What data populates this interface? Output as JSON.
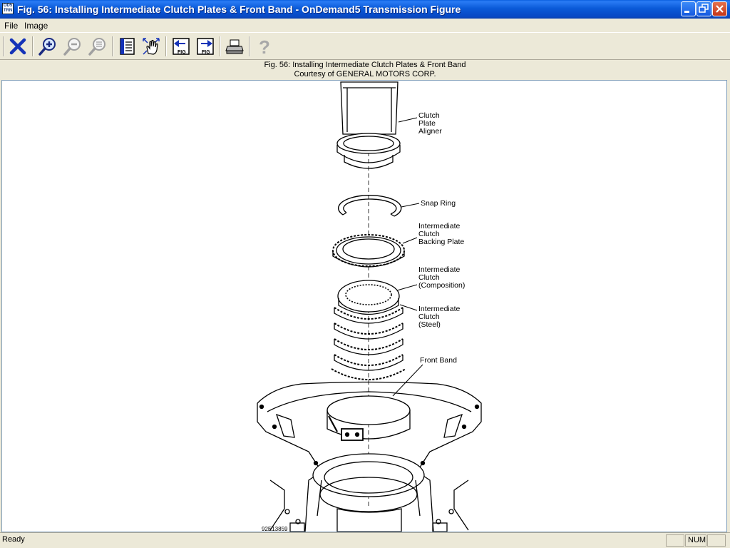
{
  "window": {
    "title": "Fig. 56: Installing Intermediate Clutch Plates & Front Band - OnDemand5 Transmission Figure",
    "icon_text": "OD5 TRN"
  },
  "menu": {
    "items": [
      "File",
      "Image"
    ]
  },
  "toolbar": {
    "buttons": [
      {
        "name": "close-figure",
        "icon": "blue-x-icon"
      },
      {
        "name": "zoom-in",
        "icon": "zoom-in-icon"
      },
      {
        "name": "zoom-out",
        "icon": "zoom-out-icon"
      },
      {
        "name": "zoom-fit",
        "icon": "zoom-fit-icon"
      },
      {
        "name": "page-view",
        "icon": "page-icon"
      },
      {
        "name": "pan",
        "icon": "hand-icon"
      },
      {
        "name": "previous-figure",
        "icon": "prev-fig-icon",
        "label": "FIG"
      },
      {
        "name": "next-figure",
        "icon": "next-fig-icon",
        "label": "FIG"
      },
      {
        "name": "print",
        "icon": "printer-icon"
      },
      {
        "name": "help",
        "icon": "question-icon"
      }
    ]
  },
  "caption": {
    "line1": "Fig. 56: Installing Intermediate Clutch Plates & Front Band",
    "line2": "Courtesy of GENERAL MOTORS CORP."
  },
  "figure": {
    "labels": {
      "aligner": [
        "Clutch",
        "Plate",
        "Aligner"
      ],
      "snap_ring": "Snap Ring",
      "backing_plate": [
        "Intermediate",
        "Clutch",
        "Backing Plate"
      ],
      "composition": [
        "Intermediate",
        "Clutch",
        "(Composition)"
      ],
      "steel": [
        "Intermediate",
        "Clutch",
        "(Steel)"
      ],
      "front_band": "Front Band"
    },
    "figure_id": "92E13859"
  },
  "status": {
    "text": "Ready",
    "num": "NUM"
  }
}
